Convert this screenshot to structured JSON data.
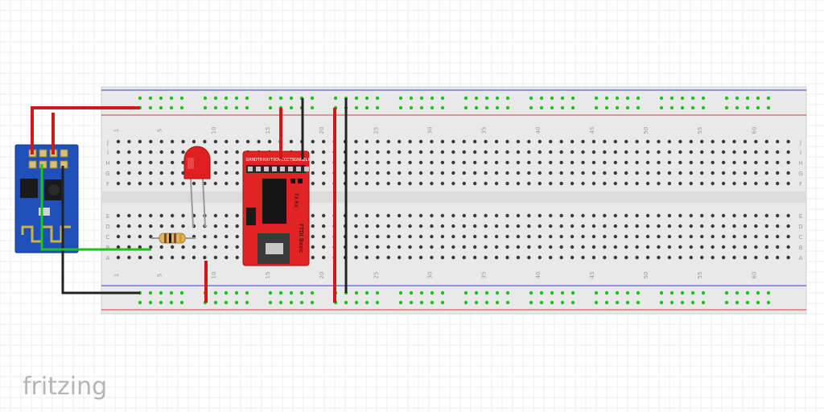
{
  "watermark": "fritzing",
  "breadboard": {
    "columns_top": [
      "1",
      "5",
      "10",
      "15",
      "20",
      "25",
      "30",
      "35",
      "40",
      "45",
      "50",
      "55",
      "60"
    ],
    "columns_bottom": [
      "1",
      "5",
      "10",
      "15",
      "20",
      "25",
      "30",
      "35",
      "40",
      "45",
      "50",
      "55",
      "60"
    ],
    "rows_left_top": [
      "J",
      "I",
      "H",
      "G",
      "F"
    ],
    "rows_left_bottom": [
      "E",
      "D",
      "C",
      "B",
      "A"
    ],
    "rows_right_top": [
      "J",
      "I",
      "H",
      "G",
      "F"
    ],
    "rows_right_bottom": [
      "E",
      "D",
      "C",
      "B",
      "A"
    ]
  },
  "ftdi": {
    "pins": [
      "GRN",
      "DTR",
      "RXI",
      "TXO",
      "VCC",
      "CTS",
      "GND",
      "BLK"
    ],
    "name": "FTDI Basic",
    "leds": "TX RX"
  },
  "colors": {
    "red_wire": "#cc1a1a",
    "black_wire": "#222222",
    "green_wire": "#1ec21e",
    "board": "#e8e8e8",
    "esp": "#1f4fb8",
    "ftdi": "#e02424",
    "led": "#e02020"
  }
}
